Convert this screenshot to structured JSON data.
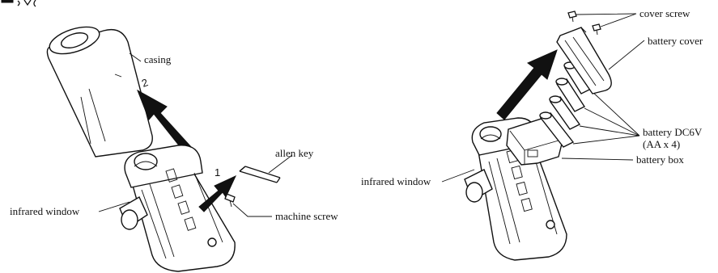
{
  "left_figure": {
    "labels": {
      "casing": "casing",
      "allen_key": "allen key",
      "machine_screw": "machine screw",
      "infrared_window": "infrared window"
    },
    "step_numbers": {
      "step1": "1",
      "step2": "2"
    }
  },
  "right_figure": {
    "labels": {
      "cover_screw": "cover screw",
      "battery_cover": "battery cover",
      "battery_dc6v": "battery DC6V",
      "battery_dc6v_sub": "(AA x 4)",
      "battery_box": "battery box",
      "infrared_window": "infrared window"
    }
  }
}
